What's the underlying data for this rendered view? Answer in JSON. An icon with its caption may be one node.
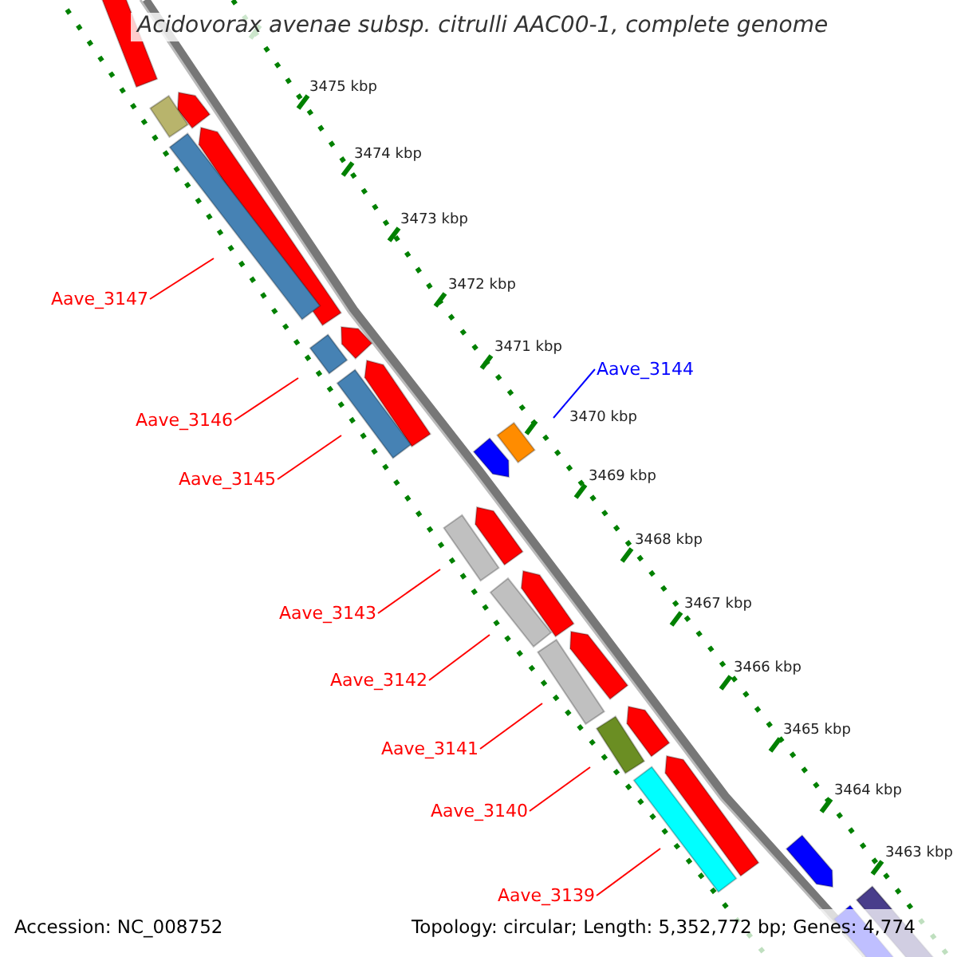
{
  "diagram": {
    "title": "Acidovorax avenae subsp. citrulli AAC00-1, complete genome",
    "nodes": [
      {
        "text": [
          "Aave_3147"
        ]
      },
      {
        "text": [
          "Aave_3144"
        ]
      },
      {
        "text": [
          "Aave_3146"
        ]
      },
      {
        "text": [
          "Aave_3145"
        ]
      },
      {
        "text": [
          "Aave_3143"
        ]
      },
      {
        "text": [
          "Aave_3142"
        ]
      },
      {
        "text": [
          "Aave_3141"
        ]
      },
      {
        "text": [
          "Aave_3140"
        ]
      },
      {
        "text": [
          "Aave_3139"
        ]
      }
    ],
    "edges": [
      {
        "from": 0,
        "to": null,
        "arrow": "none"
      },
      {
        "from": 1,
        "to": null,
        "arrow": "none",
        "color": "#0000ff"
      },
      {
        "from": 2,
        "to": null,
        "arrow": "none"
      },
      {
        "from": 3,
        "to": null,
        "arrow": "none"
      },
      {
        "from": 4,
        "to": null,
        "arrow": "none"
      },
      {
        "from": 5,
        "to": null,
        "arrow": "none"
      },
      {
        "from": 6,
        "to": null,
        "arrow": "none"
      },
      {
        "from": 7,
        "to": null,
        "arrow": "none"
      },
      {
        "from": 8,
        "to": null,
        "arrow": "none"
      }
    ],
    "labels": [
      "3475 kbp",
      "3474 kbp",
      "3473 kbp",
      "3472 kbp",
      "3471 kbp",
      "3470 kbp",
      "3469 kbp",
      "3468 kbp",
      "3467 kbp",
      "3466 kbp",
      "3465 kbp",
      "3464 kbp",
      "3463 kbp",
      "Accession: NC_008752",
      "Topology: circular; Length: 5,352,772 bp; Genes: 4,774"
    ]
  }
}
